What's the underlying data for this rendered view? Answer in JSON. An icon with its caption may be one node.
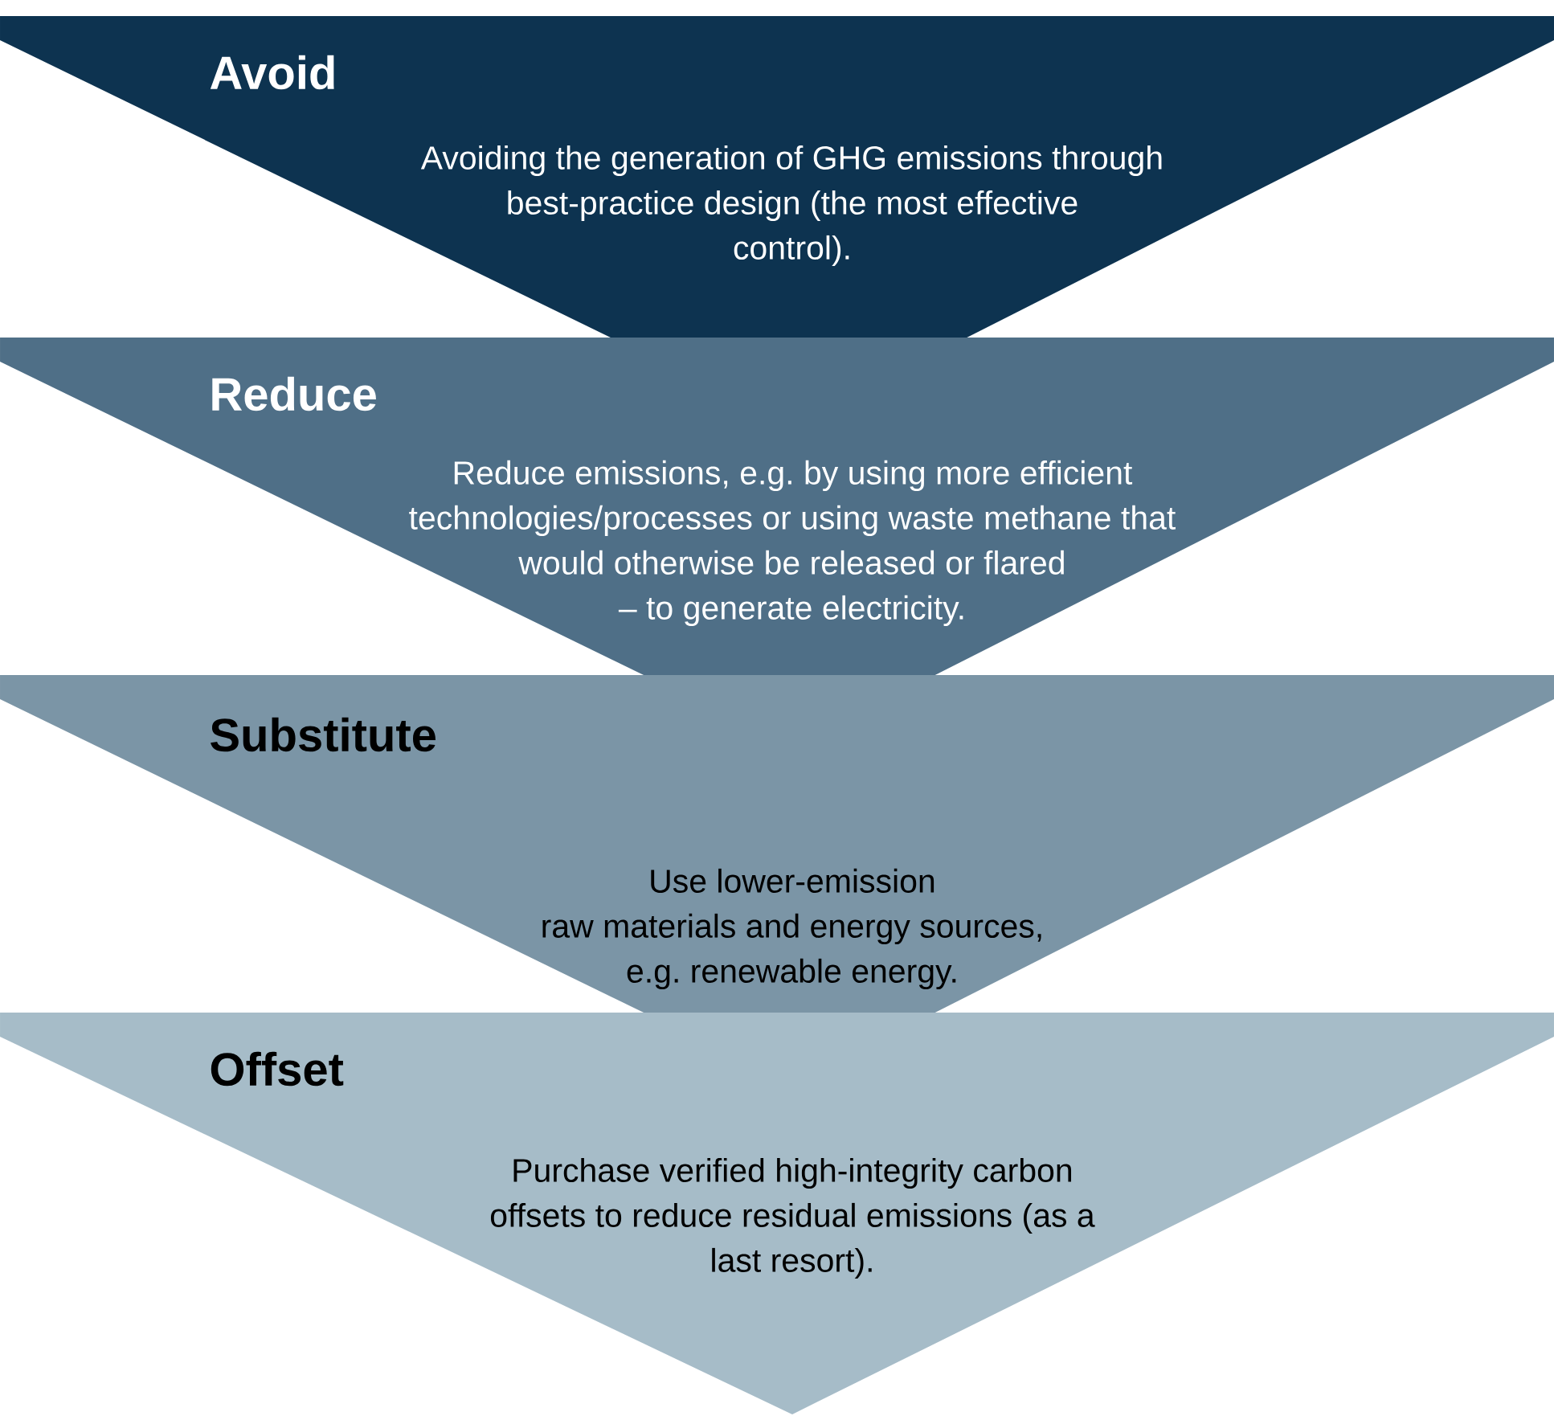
{
  "diagram": {
    "nodes": [
      {
        "text": [
          "Avoid",
          "Avoiding the generation of GHG emissions through best-practice design (the most effective control)."
        ]
      },
      {
        "text": [
          "Reduce",
          "Reduce emissions, e.g. by using more efficient technologies/processes or using waste methane that would otherwise be released or flared – to generate electricity."
        ]
      },
      {
        "text": [
          "Substitute",
          "Use lower-emission raw materials and energy sources, e.g. renewable energy."
        ]
      },
      {
        "text": [
          "Offset",
          "Purchase verified high-integrity carbon offsets to reduce residual emissions (as a last resort)."
        ]
      }
    ]
  }
}
